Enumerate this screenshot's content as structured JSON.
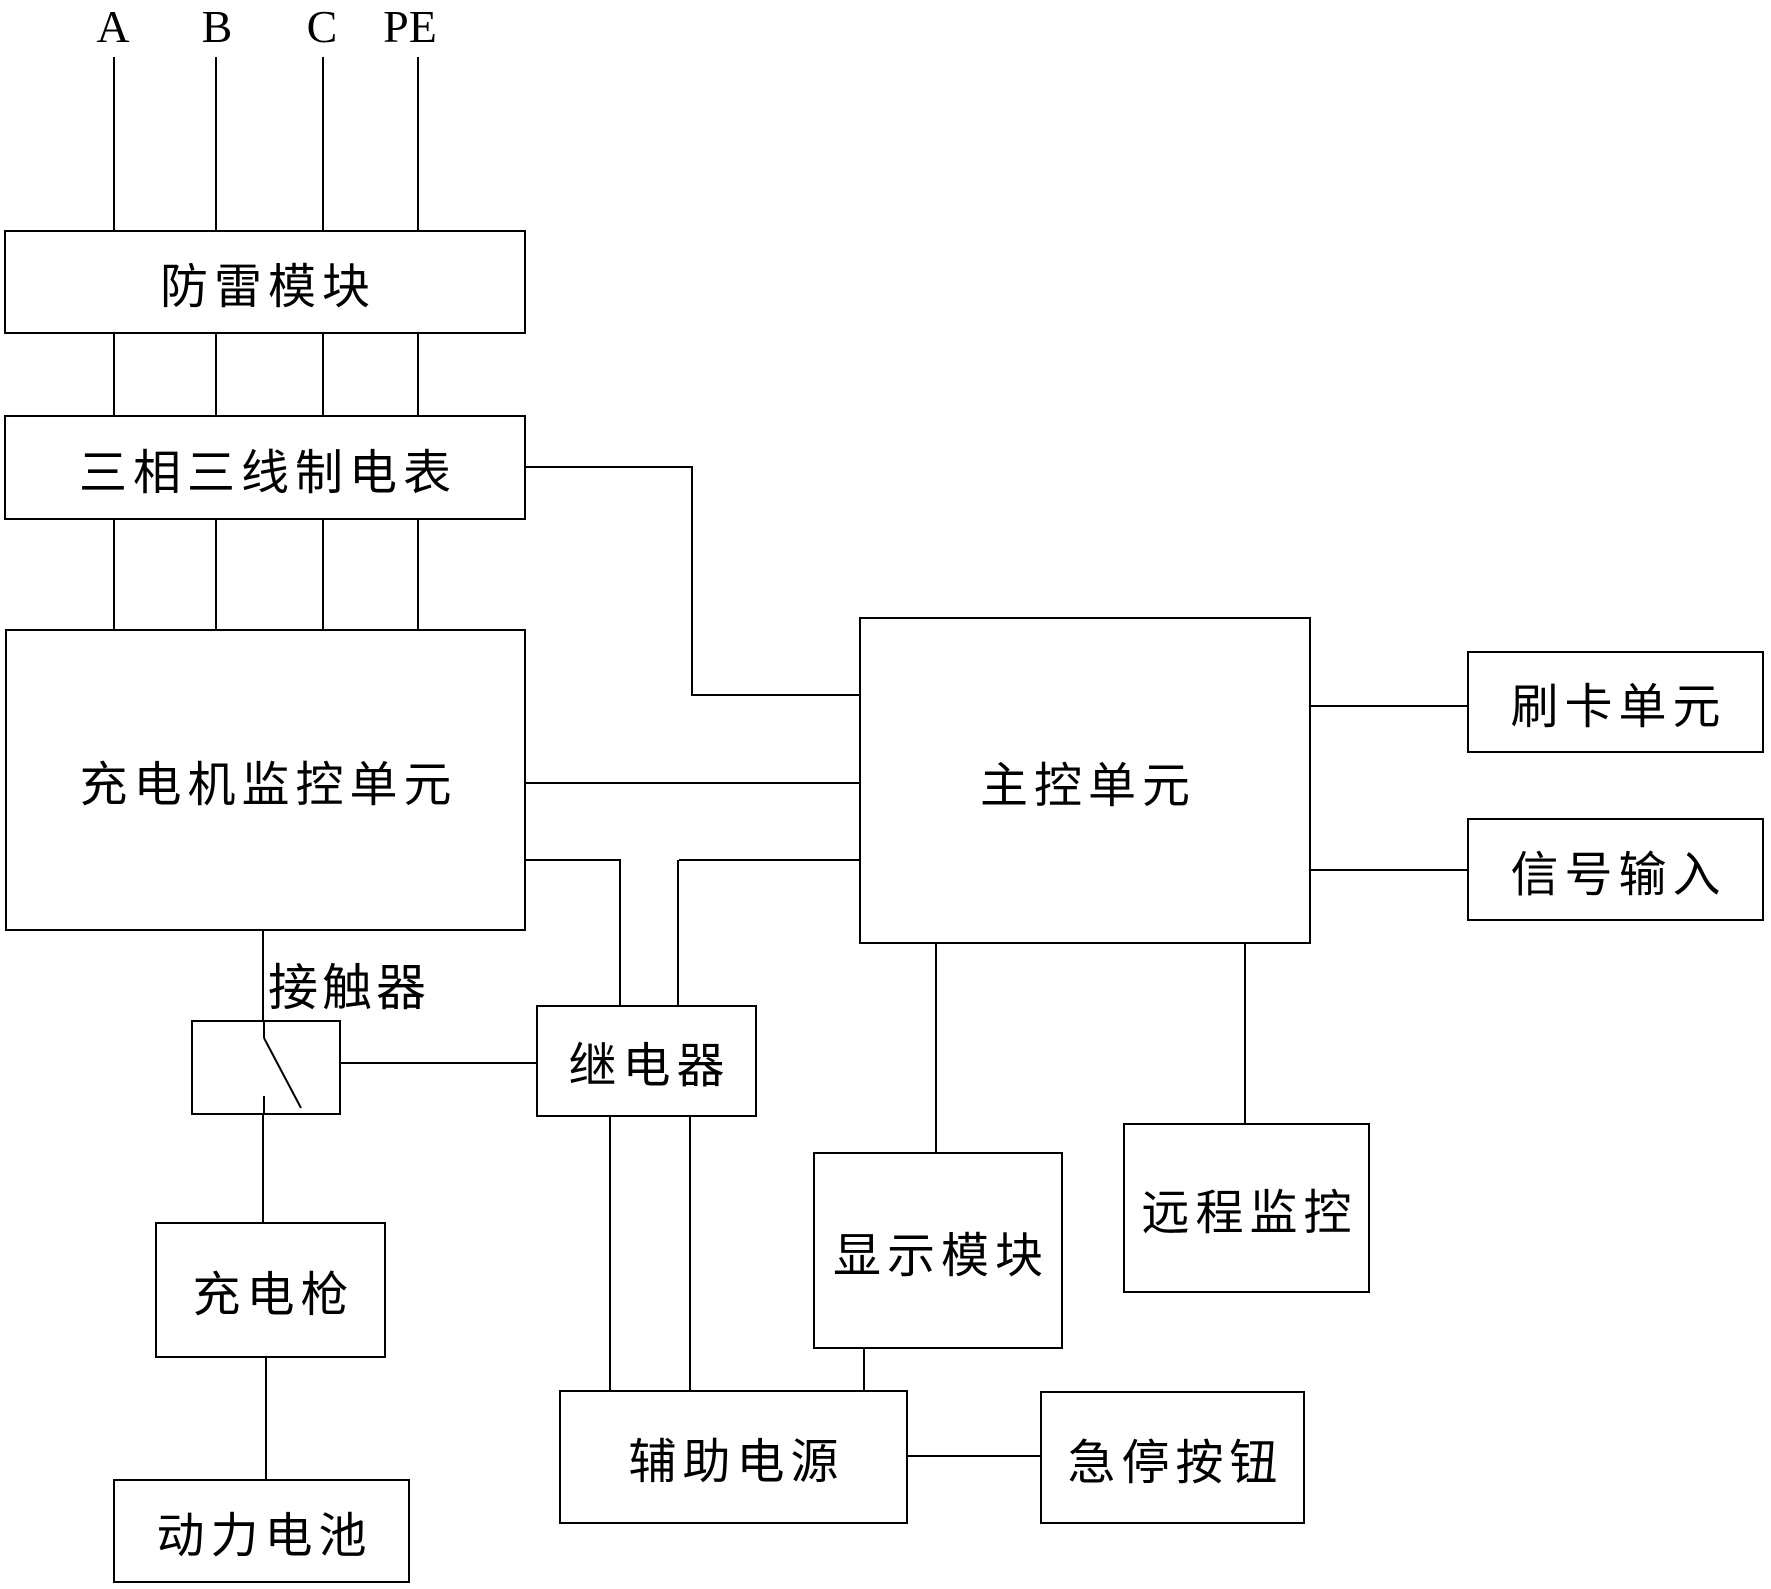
{
  "colors": {
    "background": "#ffffff",
    "line": "#000000",
    "text": "#000000"
  },
  "phase_labels": [
    {
      "id": "a",
      "text": "A"
    },
    {
      "id": "b",
      "text": "B"
    },
    {
      "id": "c",
      "text": "C"
    },
    {
      "id": "pe",
      "text": "PE"
    }
  ],
  "boxes": {
    "lightning": {
      "label": "防雷模块"
    },
    "meter": {
      "label": "三相三线制电表"
    },
    "monitor": {
      "label": "充电机监控单元"
    },
    "main": {
      "label": "主控单元"
    },
    "card": {
      "label": "刷卡单元"
    },
    "signal": {
      "label": "信号输入"
    },
    "relay": {
      "label": "继电器"
    },
    "display": {
      "label": "显示模块"
    },
    "remote": {
      "label": "远程监控"
    },
    "aux": {
      "label": "辅助电源"
    },
    "estop": {
      "label": "急停按钮"
    },
    "gun": {
      "label": "充电枪"
    },
    "battery": {
      "label": "动力电池"
    }
  },
  "contactor": {
    "label": "接触器"
  }
}
